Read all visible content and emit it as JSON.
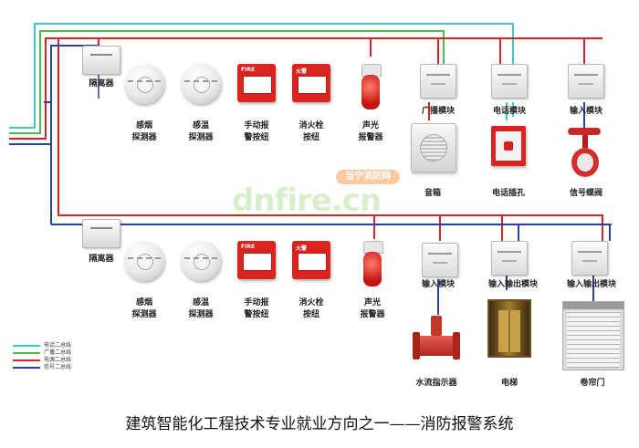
{
  "colors": {
    "cyan": "#3cc9d6",
    "green": "#4cba4c",
    "red": "#d3242a",
    "blue": "#2a3fa8"
  },
  "watermark": {
    "text": "dnfire.cn",
    "badge": "当宁消防网"
  },
  "row1": {
    "isolator": "隔离器",
    "smoke": [
      "感烟",
      "探测器"
    ],
    "heat": [
      "感温",
      "探测器"
    ],
    "manual": [
      "手动报",
      "警按纽"
    ],
    "hydrant": [
      "消火栓",
      "按纽"
    ],
    "strobe": [
      "声光",
      "报警器"
    ],
    "broadcast_module": "广播模块",
    "phone_module": "电话模块",
    "input_module": "输入模块",
    "speaker": "音箱",
    "phone_jack": "电话插孔",
    "valve": "信号蝶阀"
  },
  "row2": {
    "isolator": "隔离器",
    "smoke": [
      "感烟",
      "探测器"
    ],
    "heat": [
      "感温",
      "探测器"
    ],
    "manual": [
      "手动报",
      "警按纽"
    ],
    "hydrant": [
      "消火栓",
      "按纽"
    ],
    "strobe": [
      "声光",
      "报警器"
    ],
    "input_module": "输入模块",
    "io_module_1": "输入输出模块",
    "io_module_2": "输入输出模块",
    "flow_indicator": "水流指示器",
    "elevator": "电梯",
    "shutter": "卷帘门"
  },
  "legend": [
    "电话二总线",
    "广播二总线",
    "电源二总线",
    "信号二总线"
  ],
  "caption": "建筑智能化工程技术专业就业方向之一——消防报警系统"
}
